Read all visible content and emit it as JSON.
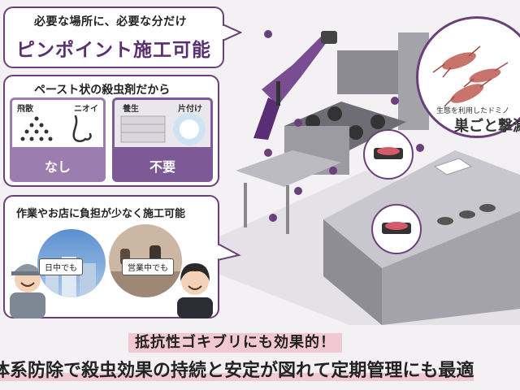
{
  "card1": {
    "subtitle": "必要な場所に、必要な分だけ",
    "title": "ピンポイント施工可能"
  },
  "card2": {
    "title": "ペースト状の殺虫剤だから",
    "panel_a": {
      "label_left": "飛散",
      "label_right": "ニオイ",
      "result": "なし"
    },
    "panel_b": {
      "label_left": "養生",
      "label_right": "片付け",
      "result": "不要"
    }
  },
  "card3": {
    "title": "作業やお店に負担が少なく施工可能",
    "bubble_day": "日中でも",
    "bubble_business": "営業中でも"
  },
  "cockroach_circle": {
    "small_text": "生態を利用したドミノ",
    "main_text": "巣ごと撃滅"
  },
  "banner": {
    "line1": "抵抗性ゴキブリにも効果的！",
    "line2": "体系防除で殺虫効果の持続と安定が図れて定期管理にも最適"
  },
  "colors": {
    "accent": "#6b3f7a",
    "highlight": "#f2c9d2"
  }
}
